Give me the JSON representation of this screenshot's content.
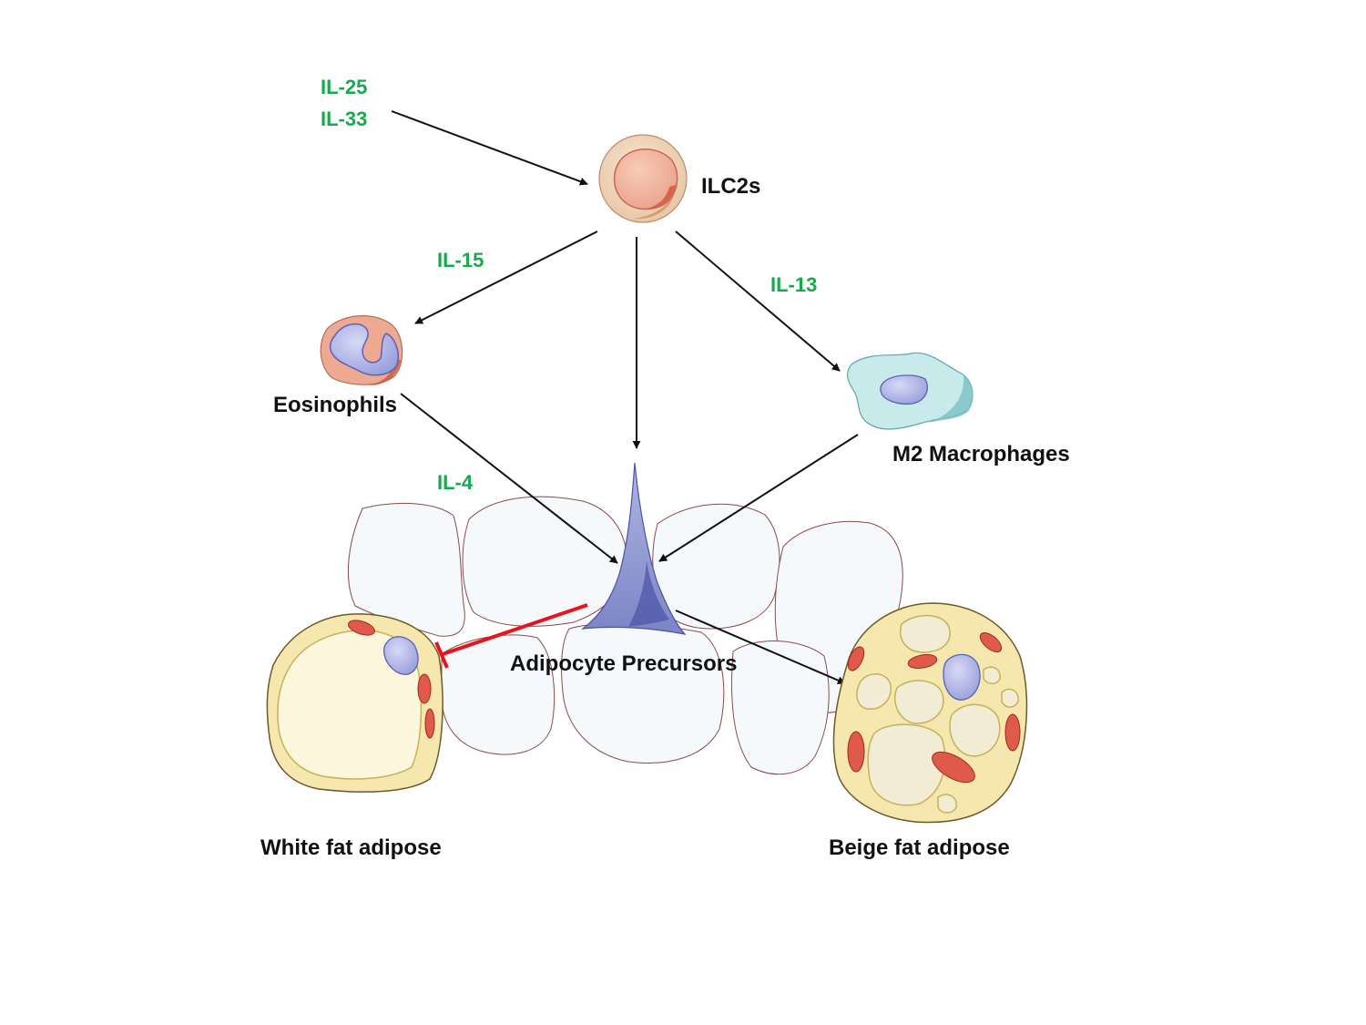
{
  "cytokines": {
    "il25": "IL-25",
    "il33": "IL-33",
    "il15": "IL-15",
    "il13": "IL-13",
    "il4": "IL-4"
  },
  "cells": {
    "ilc2s": "ILC2s",
    "eosinophils": "Eosinophils",
    "m2_macrophages": "M2 Macrophages",
    "adipocyte_precursors": "Adipocyte Precursors",
    "white_fat": "White fat adipose",
    "beige_fat": "Beige fat adipose"
  },
  "colors": {
    "cytokine_label": "#1aa84f",
    "activation_arrow": "#111111",
    "inhibition_arrow": "#e8141b",
    "adipocyte_precursor": "#9aa3d6",
    "fat_cell": "#f5e7ad",
    "mitochondria": "#e05a4b"
  }
}
